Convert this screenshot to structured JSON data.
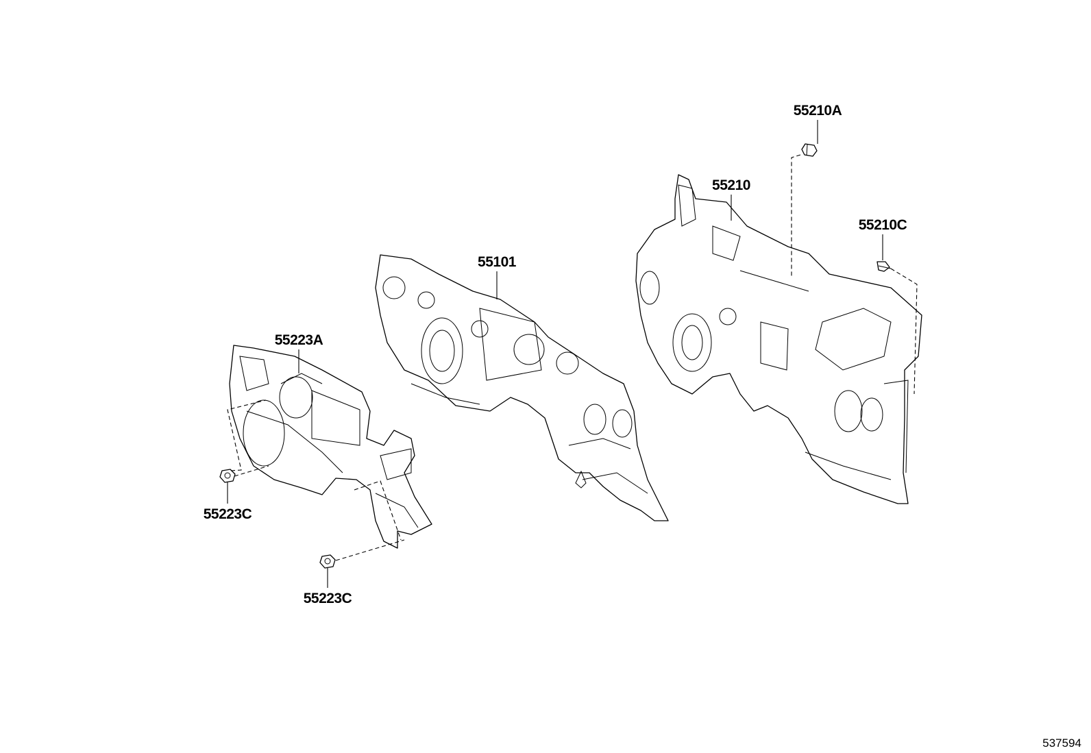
{
  "callouts": {
    "c55101": "55101",
    "c55223A": "55223A",
    "c55223C_left": "55223C",
    "c55223C_bottom": "55223C",
    "c55210": "55210",
    "c55210A": "55210A",
    "c55210C": "55210C"
  },
  "figure_number": "537594"
}
